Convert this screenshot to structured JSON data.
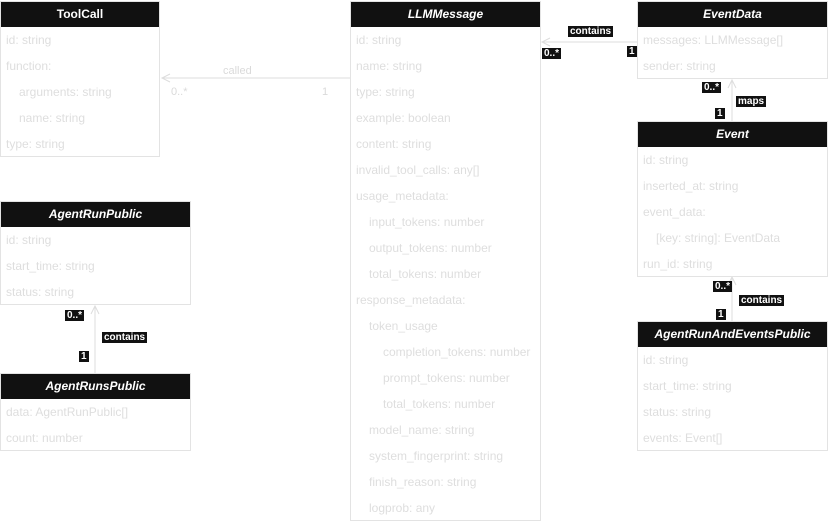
{
  "classes": {
    "toolcall": {
      "name": "ToolCall",
      "attrs": [
        "id: string",
        "function:",
        "arguments: string",
        "name: string",
        "type: string"
      ]
    },
    "llmmessage": {
      "name": "LLMMessage",
      "attrs": [
        "id: string",
        "name: string",
        "type: string",
        "example: boolean",
        "content: string",
        "invalid_tool_calls: any[]",
        "usage_metadata:",
        "input_tokens: number",
        "output_tokens: number",
        "total_tokens: number",
        "response_metadata:",
        "token_usage",
        "completion_tokens: number",
        "prompt_tokens: number",
        "total_tokens: number",
        "model_name: string",
        "system_fingerprint: string",
        "finish_reason: string",
        "logprob: any"
      ]
    },
    "eventdata": {
      "name": "EventData",
      "attrs": [
        "messages: LLMMessage[]",
        "sender: string"
      ]
    },
    "event": {
      "name": "Event",
      "attrs": [
        "id: string",
        "inserted_at: string",
        "event_data:",
        "[key: string]: EventData",
        "run_id: string"
      ]
    },
    "agentrunpublic": {
      "name": "AgentRunPublic",
      "attrs": [
        "id: string",
        "start_time: string",
        "status: string"
      ]
    },
    "agentrunspublic": {
      "name": "AgentRunsPublic",
      "attrs": [
        "data: AgentRunPublic[]",
        "count: number"
      ]
    },
    "agentrunandeventspublic": {
      "name": "AgentRunAndEventsPublic",
      "attrs": [
        "id: string",
        "start_time: string",
        "status: string",
        "events: Event[]"
      ]
    }
  },
  "relations": {
    "called": {
      "label": "called",
      "from_mult": "0..*",
      "to_mult": "1"
    },
    "contains_messages": {
      "label": "contains",
      "from_mult": "0..*",
      "to_mult": "1"
    },
    "maps": {
      "label": "maps",
      "from_mult": "0..*",
      "to_mult": "1"
    },
    "contains_events": {
      "label": "contains",
      "from_mult": "0..*",
      "to_mult": "1"
    },
    "contains_runs": {
      "label": "contains",
      "from_mult": "0..*",
      "to_mult": "1"
    }
  }
}
